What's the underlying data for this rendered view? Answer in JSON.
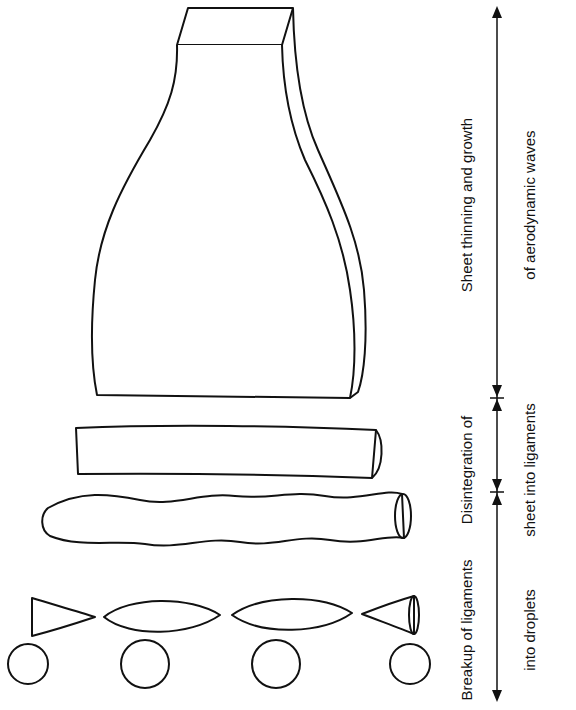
{
  "diagram": {
    "labels": [
      "Sheet thinning and growth of aerodynamic waves",
      "Disintegration of sheet into ligaments",
      "Breakup of ligaments into droplets"
    ]
  }
}
